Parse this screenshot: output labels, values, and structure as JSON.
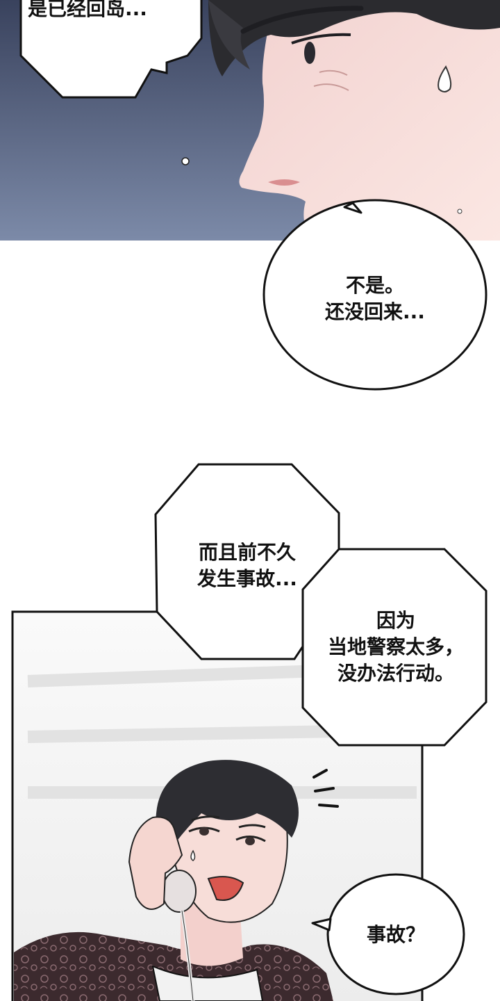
{
  "comic": {
    "panel1": {
      "dialogue_top": "是已经回岛..."
    },
    "bubble_round_1": {
      "line1": "不是。",
      "line2": "还没回来..."
    },
    "bubble_octagon_1": {
      "line1": "而且前不久",
      "line2": "发生事故..."
    },
    "bubble_octagon_2": {
      "line1": "因为",
      "line2": "当地警察太多，",
      "line3": "没办法行动。"
    },
    "bubble_round_2": {
      "line1": "事故？"
    }
  },
  "colors": {
    "panel1_sky_top": "#3a4460",
    "panel1_sky_bottom": "#7b89a8",
    "skin": "#f6dcd8",
    "hair": "#2c2c30",
    "bubble_fill": "#ffffff",
    "bubble_stroke": "#111111",
    "panel2_bg": "#f4f4f4"
  }
}
